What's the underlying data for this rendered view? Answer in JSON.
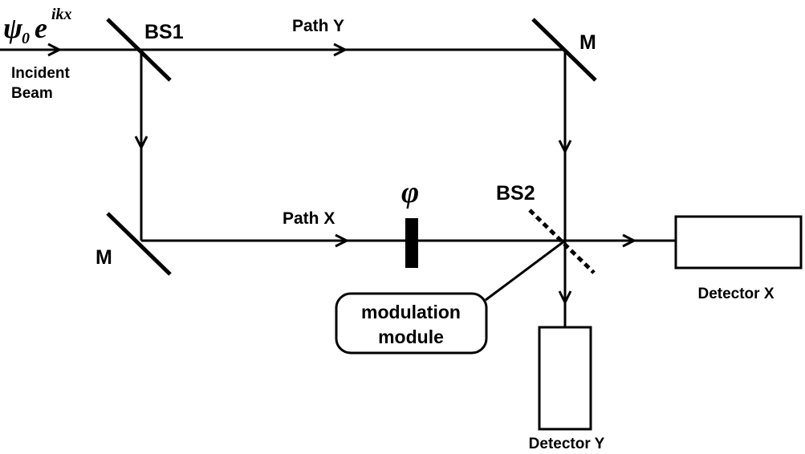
{
  "labels": {
    "incident_wave": {
      "psi": "ψ",
      "sub": "0",
      "e": "e",
      "exponent": "ikx"
    },
    "incident_beam_line1": "Incident",
    "incident_beam_line2": "Beam",
    "bs1": "BS1",
    "path_y": "Path Y",
    "mirror_top_right": "M",
    "mirror_bottom_left": "M",
    "path_x": "Path X",
    "phase": "φ",
    "bs2": "BS2",
    "detector_x": "Detector X",
    "detector_y": "Detector Y",
    "modulation_line1": "modulation",
    "modulation_line2": "module"
  }
}
